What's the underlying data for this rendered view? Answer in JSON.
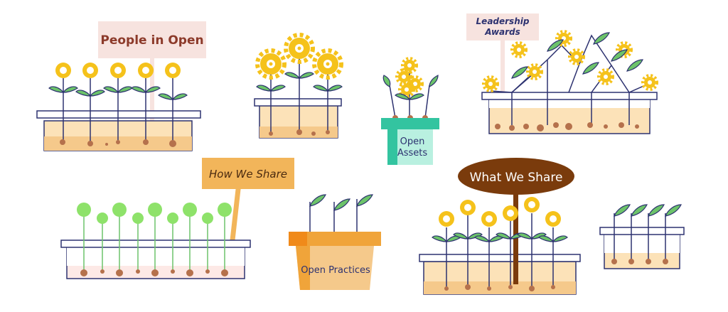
{
  "labels": {
    "people_in_open": "People in Open",
    "leadership_awards_line1": "Leadership",
    "leadership_awards_line2": "Awards",
    "open_assets_line1": "Open",
    "open_assets_line2": "Assets",
    "how_we_share": "How We Share",
    "what_we_share": "What We Share",
    "open_practices": "Open Practices"
  },
  "colors": {
    "navy": "#2d3270",
    "soil": "#f5c98b",
    "pebble": "#b5714c",
    "leaf": "#6cc36a",
    "flower": "#f5c21b",
    "sign_pink": "#f7e3df",
    "sign_orange": "#f2b55a",
    "sign_brown": "#7a3b0c",
    "pot_teal": "#33c4a0",
    "pot_orange": "#f0a43a",
    "sprout": "#8ee26a"
  }
}
